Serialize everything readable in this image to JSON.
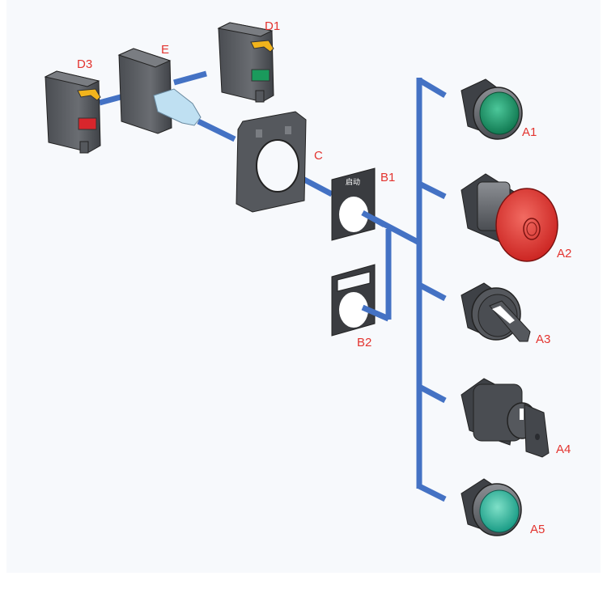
{
  "diagram": {
    "title": "",
    "colors": {
      "connector": "#4472c4",
      "label": "#e3342f",
      "body_gray": "#5a5d62",
      "panel_bg": "#f7f9fc",
      "green_button": "#1f9a6a",
      "red_button": "#e23b37",
      "yellow_clip": "#f2b41c",
      "contact_red": "#d8262c",
      "contact_green": "#1a9a5c",
      "translucent_blue": "#bfe0f2"
    },
    "components": [
      {
        "id": "D3",
        "label": "D3",
        "kind": "contact-block-red"
      },
      {
        "id": "E",
        "label": "E",
        "kind": "light-block"
      },
      {
        "id": "D1",
        "label": "D1",
        "kind": "contact-block-green"
      },
      {
        "id": "C",
        "label": "C",
        "kind": "mounting-collar"
      },
      {
        "id": "B1",
        "label": "B1",
        "kind": "legend-plate",
        "plate_text": "启动"
      },
      {
        "id": "B2",
        "label": "B2",
        "kind": "legend-plate-blank"
      },
      {
        "id": "A1",
        "label": "A1",
        "kind": "green-pushbutton"
      },
      {
        "id": "A2",
        "label": "A2",
        "kind": "red-mushroom-emergency-stop"
      },
      {
        "id": "A3",
        "label": "A3",
        "kind": "selector-switch"
      },
      {
        "id": "A4",
        "label": "A4",
        "kind": "key-switch"
      },
      {
        "id": "A5",
        "label": "A5",
        "kind": "illuminated-pushbutton"
      }
    ]
  }
}
